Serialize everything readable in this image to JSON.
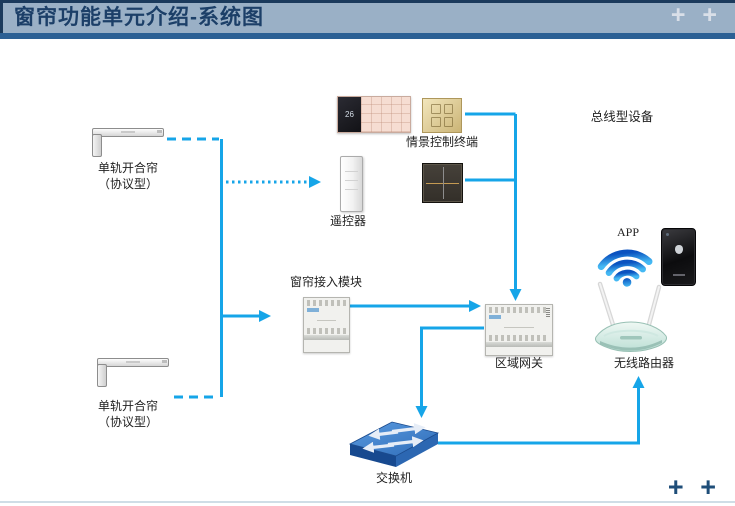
{
  "header": {
    "title": "窗帘功能单元介绍-系统图",
    "plus_icon": "+"
  },
  "footer": {
    "plus_icon": "+"
  },
  "colors": {
    "accent_cyan": "#16A5E8",
    "header_bg": "#9AB0C6",
    "header_stripe": "#2C6094",
    "header_title": "#1C3F68",
    "plus_light": "#D9DFE8",
    "plus_dark": "#1F4E79"
  },
  "devices": {
    "curtain_top": {
      "label1": "单轨开合帘",
      "label2": "（协议型）"
    },
    "curtain_bottom": {
      "label1": "单轨开合帘",
      "label2": "（协议型）"
    },
    "scene_terminal": {
      "label": "情景控制终端",
      "display": "26"
    },
    "remote": {
      "label": "遥控器"
    },
    "curtain_module": {
      "label": "窗帘接入模块"
    },
    "gateway": {
      "label": "区域网关"
    },
    "switch": {
      "label": "交换机"
    },
    "app": {
      "label": "APP"
    },
    "router": {
      "label": "无线路由器"
    }
  },
  "labels": {
    "bus_devices": "总线型设备"
  }
}
